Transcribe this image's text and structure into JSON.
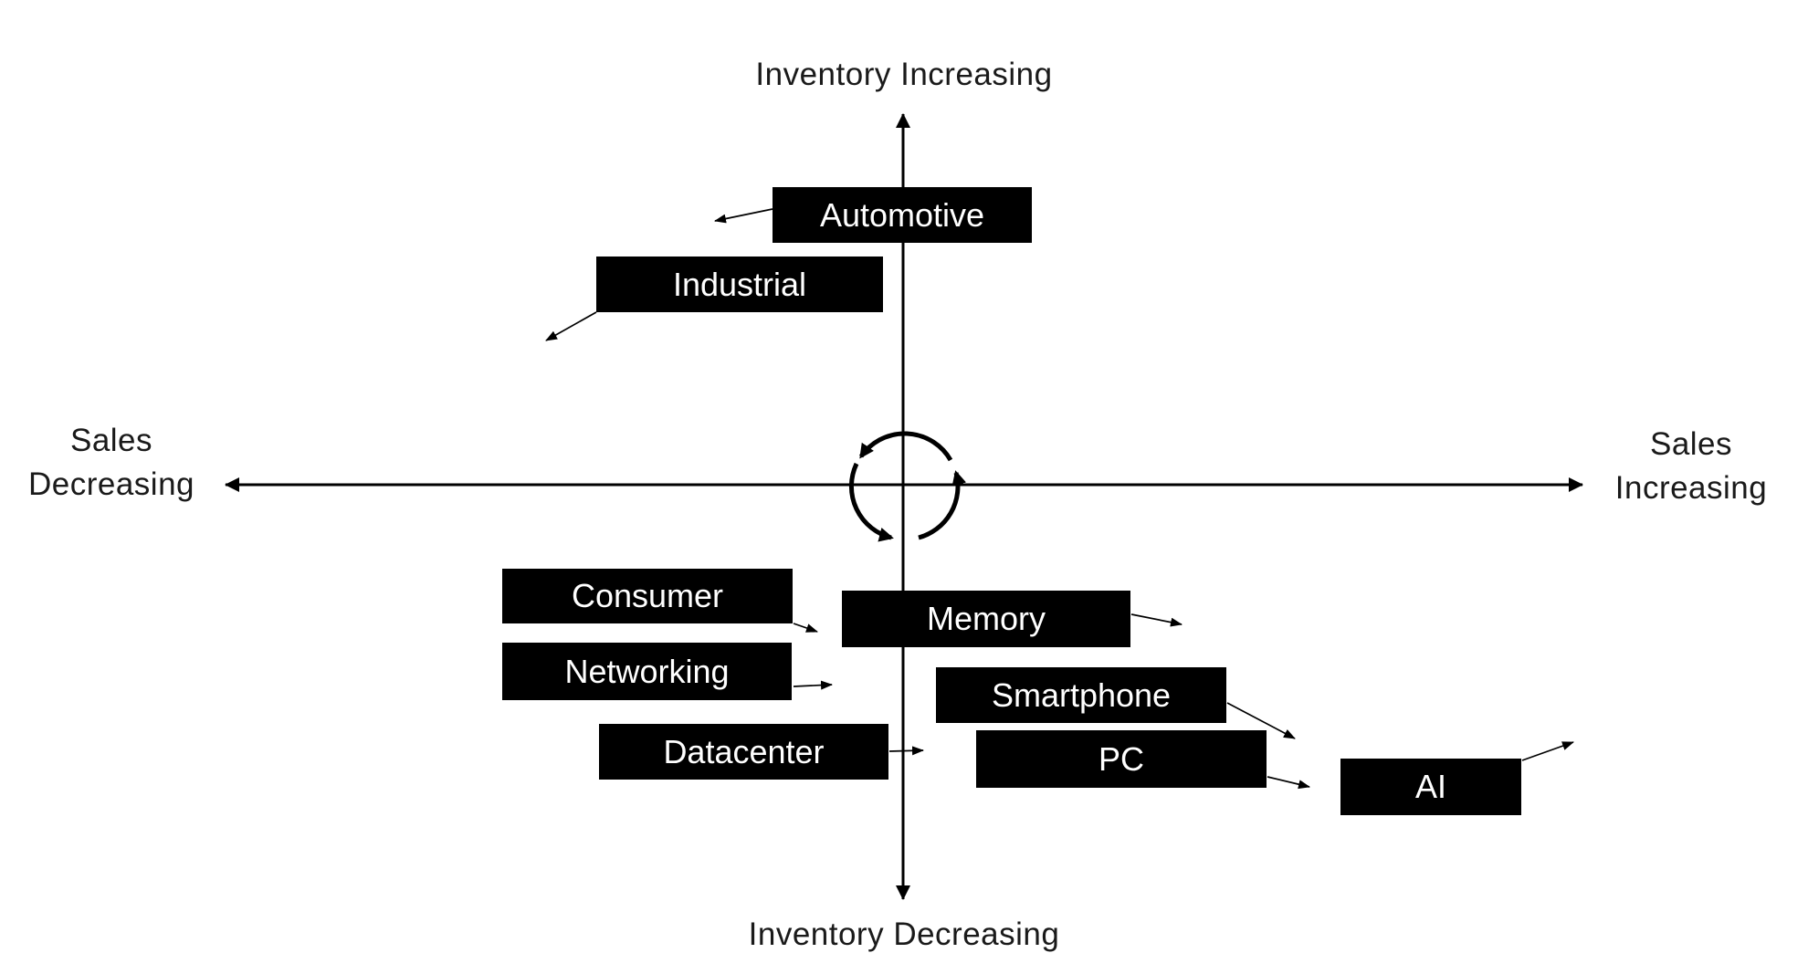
{
  "diagram": {
    "type": "quadrant-cycle-diagram",
    "axis_labels": {
      "top": "Inventory Increasing",
      "bottom": "Inventory Decreasing",
      "left": [
        "Sales",
        "Decreasing"
      ],
      "right": [
        "Sales",
        "Increasing"
      ]
    },
    "center_icon": "counterclockwise-cycle-arrows",
    "segments": [
      {
        "label": "Automotive",
        "quadrant": "top (inventory increasing)",
        "trend_arrow": "left"
      },
      {
        "label": "Industrial",
        "quadrant": "top-left (inventory increasing, sales decreasing)",
        "trend_arrow": "down-left"
      },
      {
        "label": "Consumer",
        "quadrant": "bottom-left (inventory decreasing, sales decreasing)",
        "trend_arrow": "right"
      },
      {
        "label": "Networking",
        "quadrant": "bottom-left (inventory decreasing, sales decreasing)",
        "trend_arrow": "right"
      },
      {
        "label": "Datacenter",
        "quadrant": "bottom-left (inventory decreasing, sales decreasing)",
        "trend_arrow": "right"
      },
      {
        "label": "Memory",
        "quadrant": "bottom (inventory decreasing)",
        "trend_arrow": "right"
      },
      {
        "label": "Smartphone",
        "quadrant": "bottom-right (inventory decreasing, sales increasing)",
        "trend_arrow": "down-right"
      },
      {
        "label": "PC",
        "quadrant": "bottom-right (inventory decreasing, sales increasing)",
        "trend_arrow": "down-right"
      },
      {
        "label": "AI",
        "quadrant": "bottom-right (inventory decreasing, sales increasing)",
        "trend_arrow": "up-right"
      }
    ],
    "colors": {
      "background": "#ffffff",
      "box_bg": "#000000",
      "box_text": "#ffffff",
      "axis_line": "#000000",
      "axis_label_text": "#1a1a1a"
    }
  }
}
